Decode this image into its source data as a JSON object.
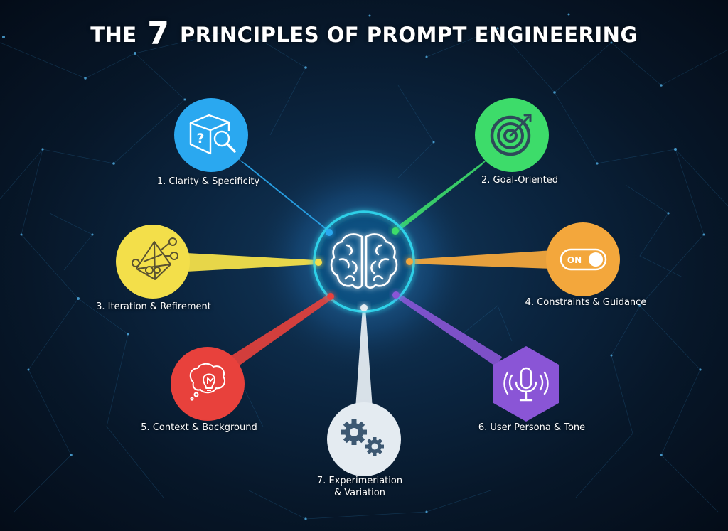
{
  "title": {
    "prefix": "THE",
    "number": "7",
    "suffix": "PRINCIPLES OF PROMPT ENGINEERING"
  },
  "hub": {
    "icon": "brain-icon",
    "ring_color": "#2fd0e8"
  },
  "principles": [
    {
      "id": 1,
      "label": "1. Clarity & Specificity",
      "icon": "cube-question-magnifier-icon",
      "color": "#2aa8f0"
    },
    {
      "id": 2,
      "label": "2. Goal-Oriented",
      "icon": "target-arrow-icon",
      "color": "#3ddc6a"
    },
    {
      "id": 3,
      "label": "3. Iteration & Refirement",
      "icon": "pyramid-nodes-icon",
      "color": "#f3df4a"
    },
    {
      "id": 4,
      "label": "4. Constraints & Guidance",
      "icon": "toggle-on-icon",
      "color": "#f3a73c",
      "toggle_text": "ON"
    },
    {
      "id": 5,
      "label": "5. Context & Background",
      "icon": "thought-bubble-lightbulb-icon",
      "color": "#e8413c"
    },
    {
      "id": 6,
      "label": "6. User Persona & Tone",
      "icon": "microphone-icon",
      "color": "#8a55d6"
    },
    {
      "id": 7,
      "label_line1": "7. Experimeriation",
      "label_line2": "& Variation",
      "icon": "gears-icon",
      "color": "#e4ebf1"
    }
  ]
}
